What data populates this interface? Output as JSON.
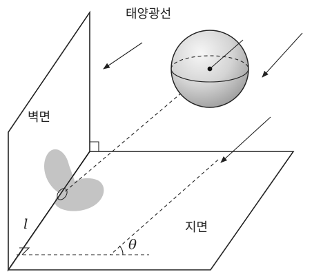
{
  "labels": {
    "sunlight": "태양광선",
    "wall": "벽면",
    "ground": "지면",
    "line_l": "l",
    "angle": "θ"
  }
}
